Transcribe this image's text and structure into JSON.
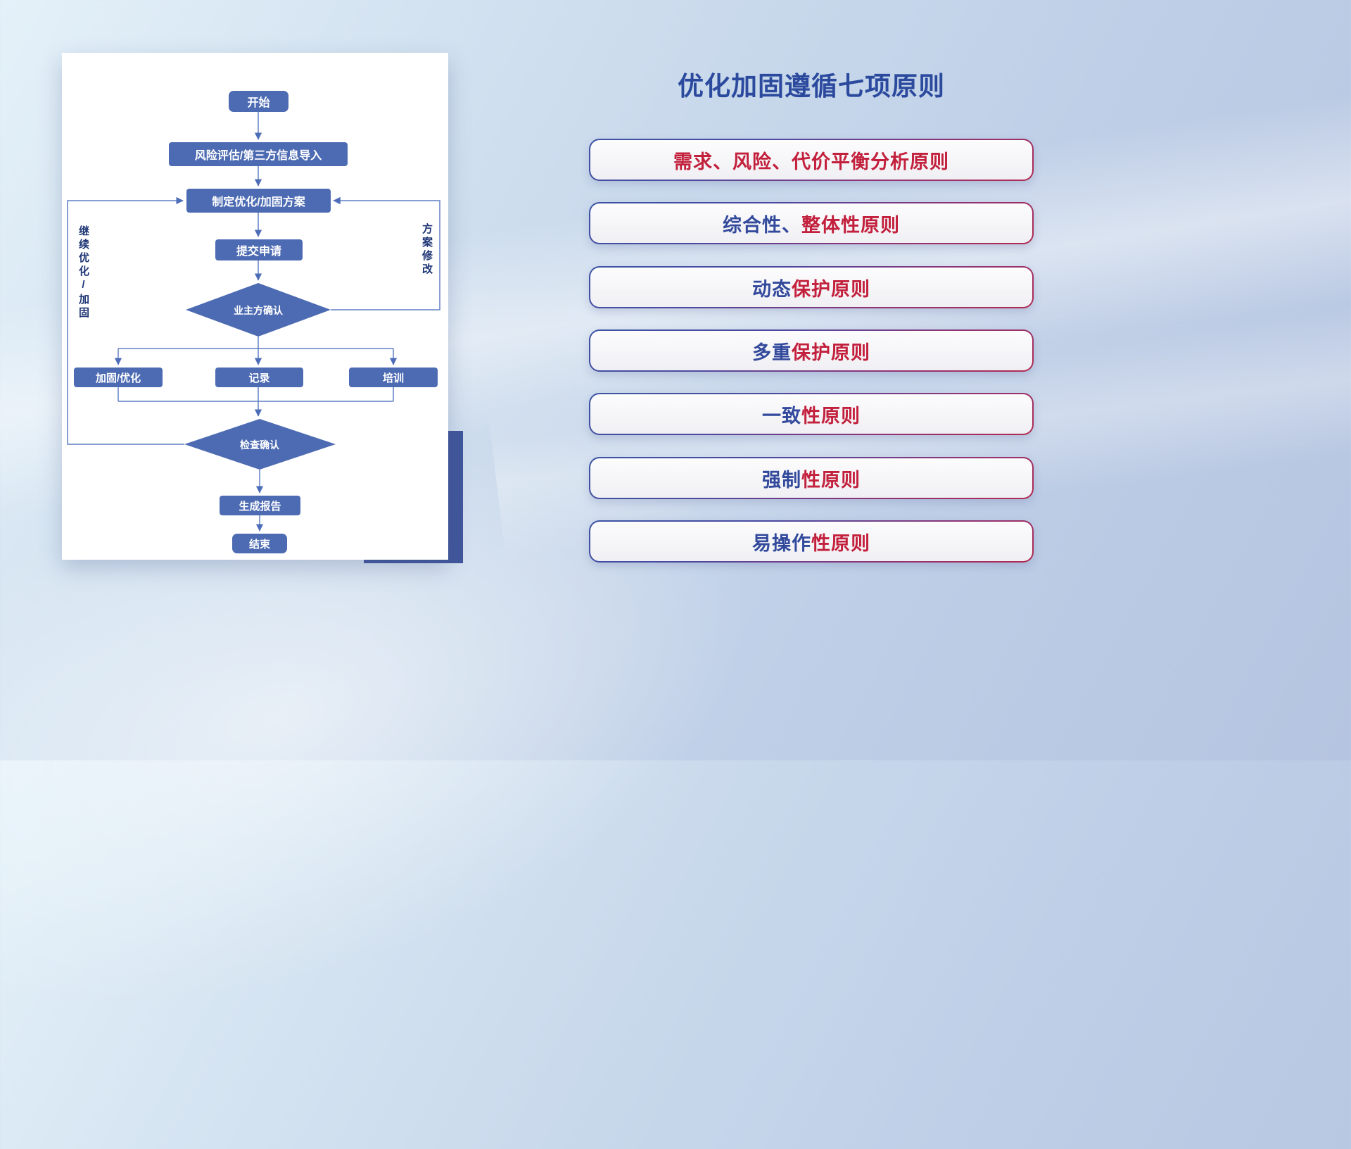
{
  "flowchart": {
    "nodes": {
      "start": "开始",
      "risk_import": "风险评估/第三方信息导入",
      "make_plan": "制定优化/加固方案",
      "submit": "提交申请",
      "owner_confirm": "业主方确认",
      "reinforce": "加固/优化",
      "record": "记录",
      "training": "培训",
      "check_confirm": "检查确认",
      "report": "生成报告",
      "end": "结束"
    },
    "loop_labels": {
      "left": "继续优化/加固",
      "right": "方案修改"
    }
  },
  "principles": {
    "title": "优化加固遵循七项原则",
    "items": [
      {
        "blue": "",
        "red": "需求、风险、代价平衡分析原则"
      },
      {
        "blue": "综合性、",
        "red": "整体性原则"
      },
      {
        "blue": "动态",
        "red": "保护原则"
      },
      {
        "blue": "多重",
        "red": "保护原则"
      },
      {
        "blue": "一致",
        "red": "性原则"
      },
      {
        "blue": "强制",
        "red": "性原则"
      },
      {
        "blue": "易操作",
        "red": "性原则"
      }
    ]
  },
  "colors": {
    "accent_blue": "#2b4a9e",
    "accent_red": "#c2203c",
    "node_fill": "#4d6bb2",
    "connector": "#5f7fc2",
    "shadow_block": "#41569b"
  }
}
